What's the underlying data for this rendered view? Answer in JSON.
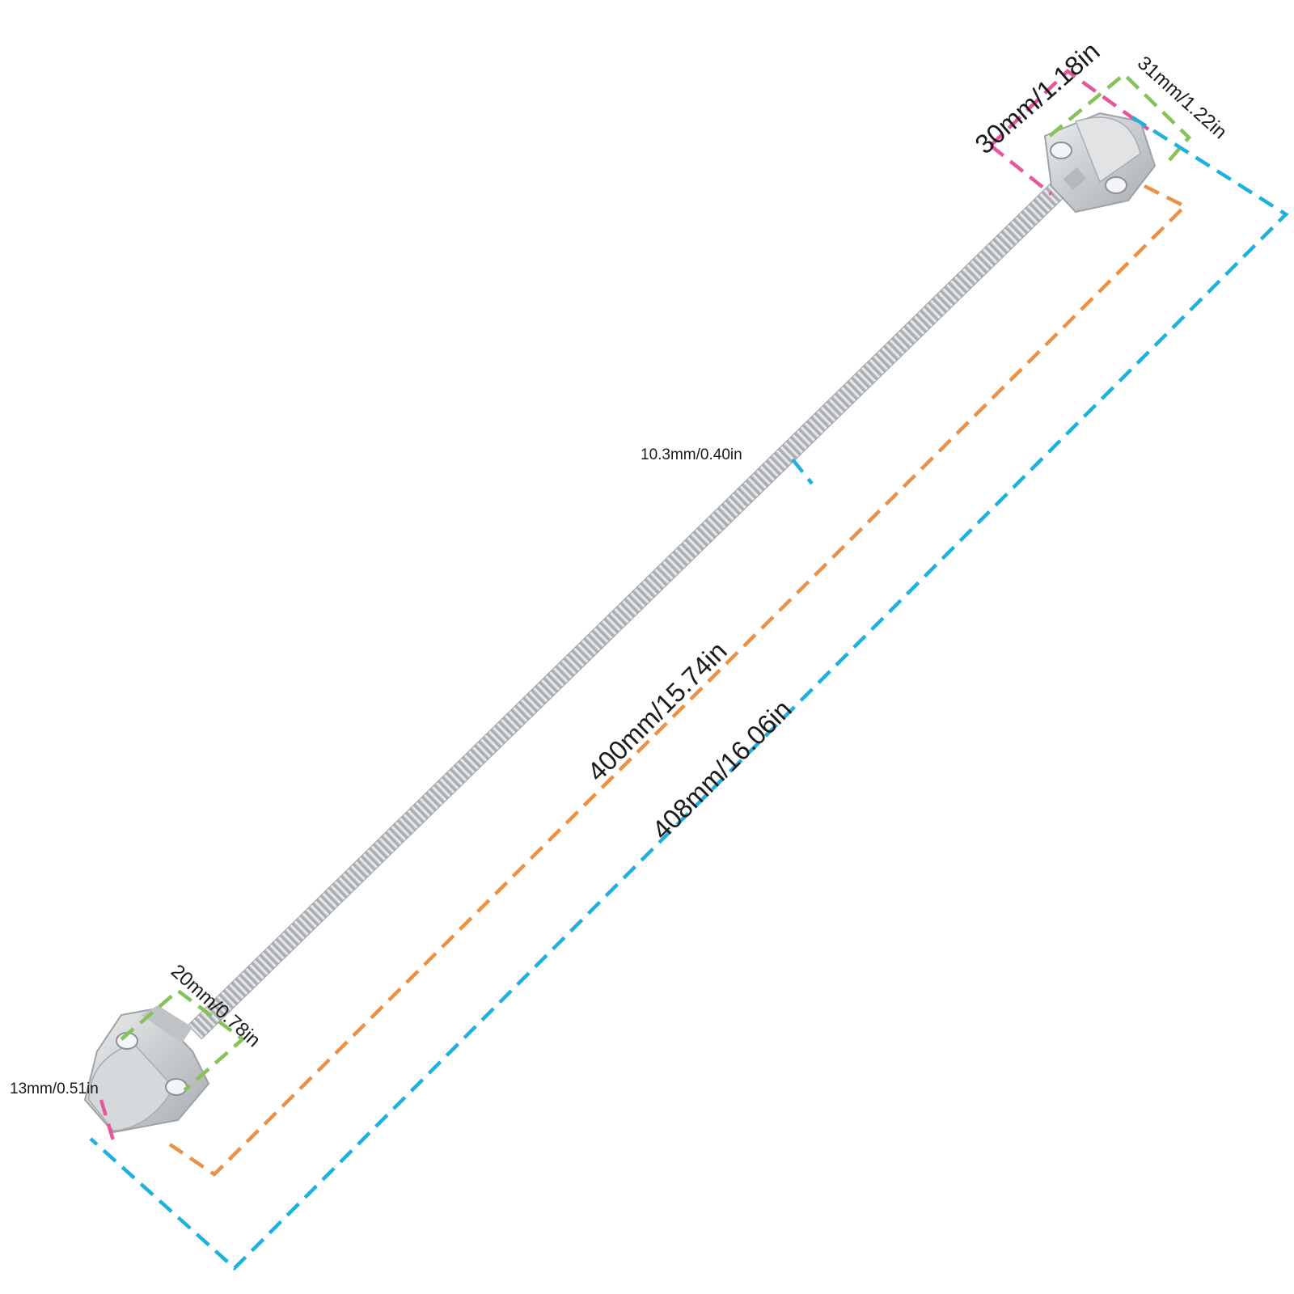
{
  "colors": {
    "pink": "#e5569a",
    "green": "#86c25a",
    "orange": "#ee9044",
    "blue": "#1fb0e0",
    "metal": "#c9cccf",
    "metal_dark": "#9ea2a6",
    "metal_light": "#eceeef"
  },
  "dimensions": {
    "mount_height_top": "30mm/1.18in",
    "mount_width_top": "31mm/1.22in",
    "spring_diameter": "10.3mm/0.40in",
    "spring_length": "400mm/15.74in",
    "total_length": "408mm/16.06in",
    "mount_width_bottom": "20mm/0.78in",
    "mount_thickness_bottom": "13mm/0.51in"
  },
  "icons": {
    "top_mount": "mounting-bracket-icon",
    "bottom_mount": "mounting-bracket-icon",
    "spring": "armored-spring-cable-icon"
  }
}
